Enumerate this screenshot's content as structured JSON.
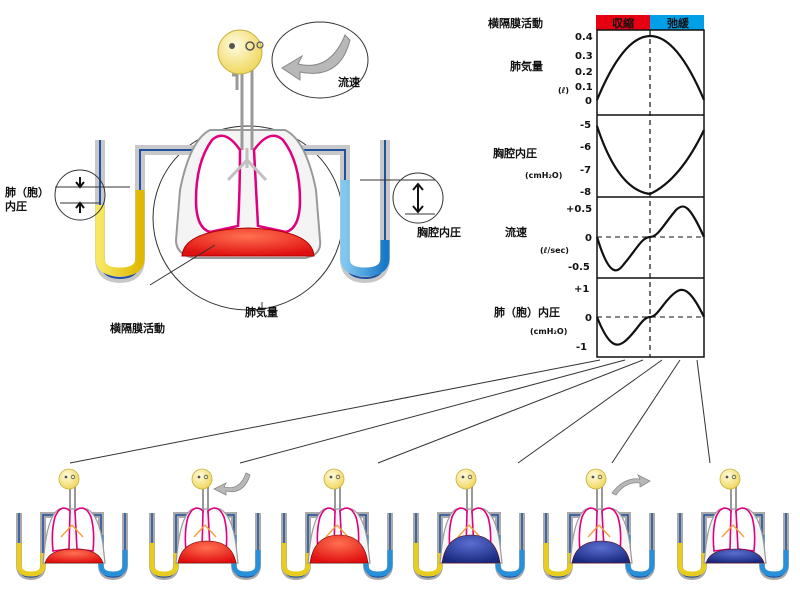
{
  "labels": {
    "lung_pressure": [
      "肺（胞）",
      "内圧"
    ],
    "flow": "流速",
    "pleural_pressure": "胸腔内圧",
    "diaphragm": "横隔膜活動",
    "lung_volume": "肺気量"
  },
  "graph": {
    "header": "横隔膜活動",
    "phase_contract": "収縮",
    "phase_relax": "弛緩",
    "panels": [
      {
        "label": "肺気量",
        "unit": "(ℓ)",
        "ticks": [
          "0.4",
          "0.3",
          "0.2",
          "0.1",
          "0"
        ]
      },
      {
        "label": "胸腔内圧",
        "unit": "(cmH₂O)",
        "ticks": [
          "-5",
          "-6",
          "-7",
          "-8"
        ]
      },
      {
        "label": "流速",
        "unit": "(ℓ/sec)",
        "ticks": [
          "+0.5",
          "0",
          "-0.5"
        ]
      },
      {
        "label": "肺（胞）内圧",
        "unit": "(cmH₂O)",
        "ticks": [
          "+1",
          "0",
          "-1"
        ]
      }
    ]
  },
  "colors": {
    "contract": "#e60012",
    "relax": "#00a0e9",
    "diaphragm_inhale": "#e83020",
    "diaphragm_exhale": "#283c8c",
    "lung_outline": "#e0007f",
    "tube_frame": "#1e3c8c",
    "fluid_left": "#f0d000",
    "fluid_right": "#1e90d8"
  },
  "icons": [
    "face-icon",
    "airflow-arrow-icon"
  ]
}
